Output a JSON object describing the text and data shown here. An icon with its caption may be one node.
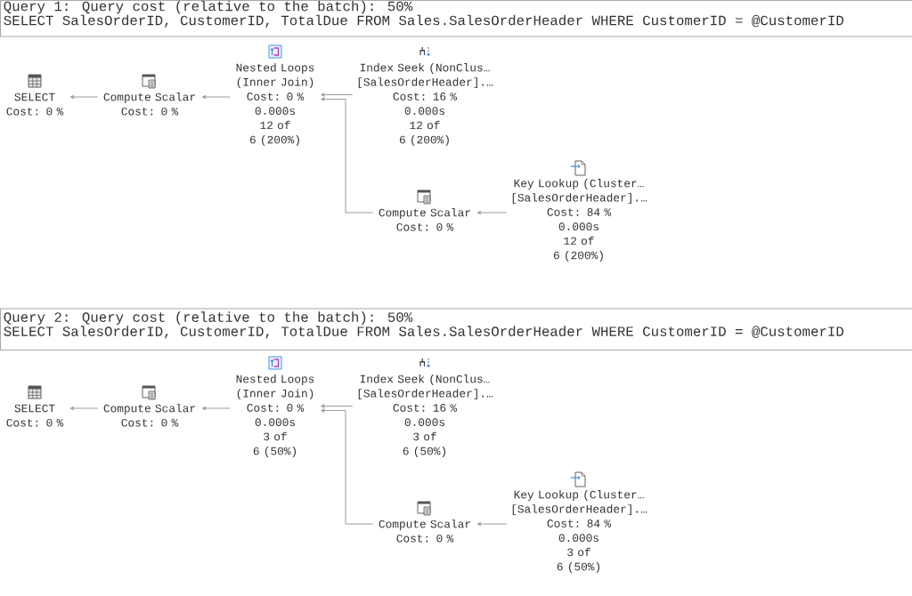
{
  "diagram": {
    "nodes": [
      {
        "text": [
          "Query 1: Query cost (relative to the batch): 50%",
          "SELECT SalesOrderID, CustomerID, TotalDue FROM Sales.SalesOrderHeader WHERE CustomerID = @CustomerID"
        ]
      },
      {
        "text": [
          "SELECT",
          "Cost: 0 %"
        ]
      },
      {
        "text": [
          "Compute Scalar",
          "Cost: 0 %"
        ]
      },
      {
        "text": [
          "Nested Loops",
          "(Inner Join)",
          "Cost: 0 %",
          "0.000s",
          "12 of 6 (200%)"
        ]
      },
      {
        "text": [
          "Index Seek (NonClus…",
          "[SalesOrderHeader].…",
          "Cost: 16 %",
          "0.000s",
          "12 of 6 (200%)"
        ]
      },
      {
        "text": [
          "Compute Scalar",
          "Cost: 0 %"
        ]
      },
      {
        "text": [
          "Key Lookup (Cluster…",
          "[SalesOrderHeader].…",
          "Cost: 84 %",
          "0.000s",
          "12 of 6 (200%)"
        ]
      },
      {
        "text": [
          "Query 2: Query cost (relative to the batch): 50%",
          "SELECT SalesOrderID, CustomerID, TotalDue FROM Sales.SalesOrderHeader WHERE CustomerID = @CustomerID"
        ]
      },
      {
        "text": [
          "SELECT",
          "Cost: 0 %"
        ]
      },
      {
        "text": [
          "Compute Scalar",
          "Cost: 0 %"
        ]
      },
      {
        "text": [
          "Nested Loops",
          "(Inner Join)",
          "Cost: 0 %",
          "0.000s",
          "3 of 6 (50%)"
        ]
      },
      {
        "text": [
          "Index Seek (NonClus…",
          "[SalesOrderHeader].…",
          "Cost: 16 %",
          "0.000s",
          "3 of 6 (50%)"
        ]
      },
      {
        "text": [
          "Compute Scalar",
          "Cost: 0 %"
        ]
      },
      {
        "text": [
          "Key Lookup (Cluster…",
          "[SalesOrderHeader].…",
          "Cost: 84 %",
          "0.000s",
          "3 of 6 (50%)"
        ]
      }
    ],
    "edges": [
      {
        "from": 2,
        "to": 1,
        "arrow": "to"
      },
      {
        "from": 3,
        "to": 2,
        "arrow": "to"
      },
      {
        "from": 4,
        "to": 3,
        "arrow": "to"
      },
      {
        "from": 5,
        "to": 3,
        "arrow": "to"
      },
      {
        "from": 6,
        "to": 5,
        "arrow": "to"
      },
      {
        "from": 9,
        "to": 8,
        "arrow": "to"
      },
      {
        "from": 10,
        "to": 9,
        "arrow": "to"
      },
      {
        "from": 11,
        "to": 10,
        "arrow": "to"
      },
      {
        "from": 12,
        "to": 10,
        "arrow": "to"
      },
      {
        "from": 13,
        "to": 12,
        "arrow": "to"
      }
    ]
  }
}
